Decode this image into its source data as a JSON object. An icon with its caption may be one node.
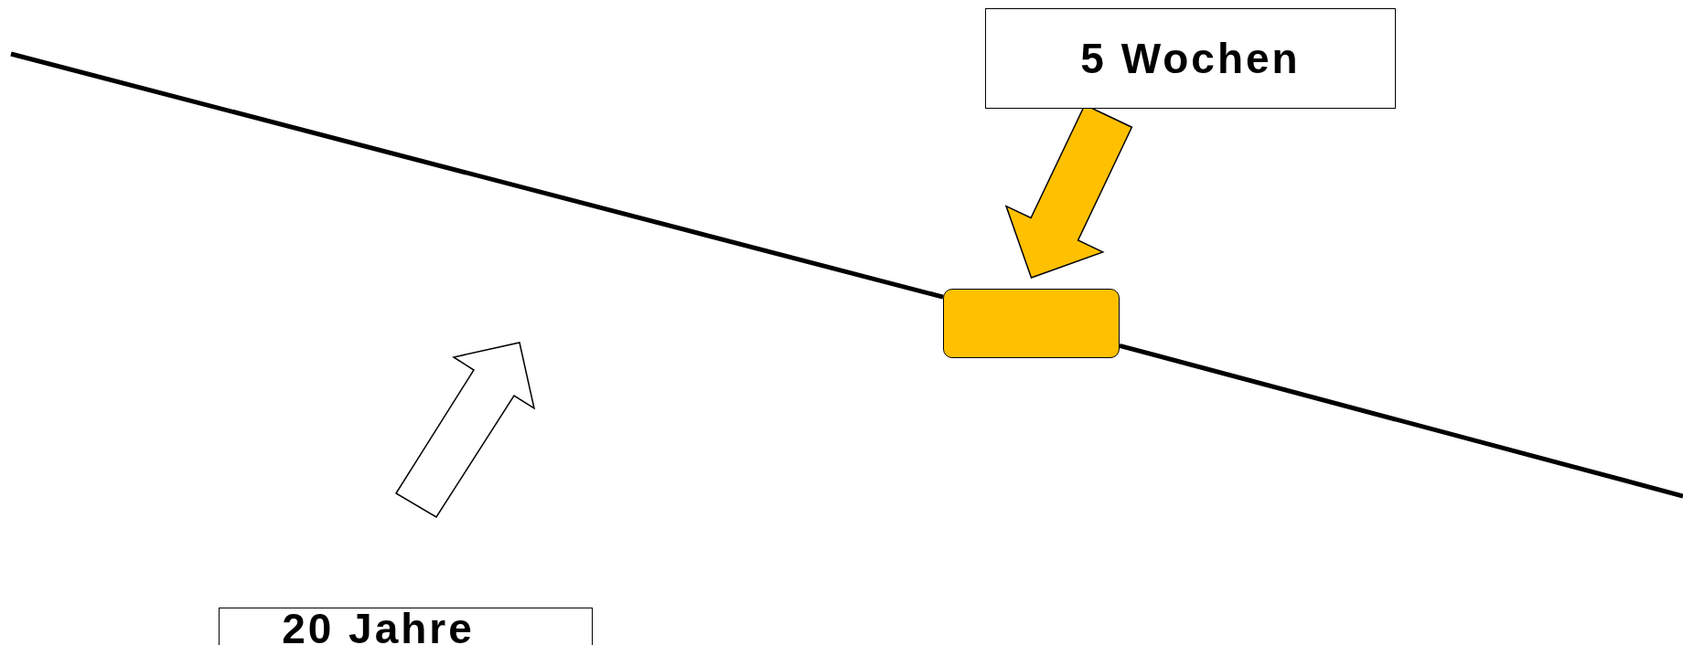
{
  "diagram": {
    "nodes": [
      {
        "text": [
          "5 Wochen"
        ]
      },
      {
        "text": [],
        "shape": "box"
      },
      {
        "text": [
          "20 Jahre"
        ]
      }
    ],
    "edges": [
      {
        "from": 0,
        "to": 1,
        "arrow": "to",
        "style": "thick",
        "color": "#ffc000"
      },
      {
        "from": null,
        "to": 1,
        "arrow": "none"
      },
      {
        "from": 1,
        "to": null,
        "arrow": "none"
      }
    ]
  }
}
